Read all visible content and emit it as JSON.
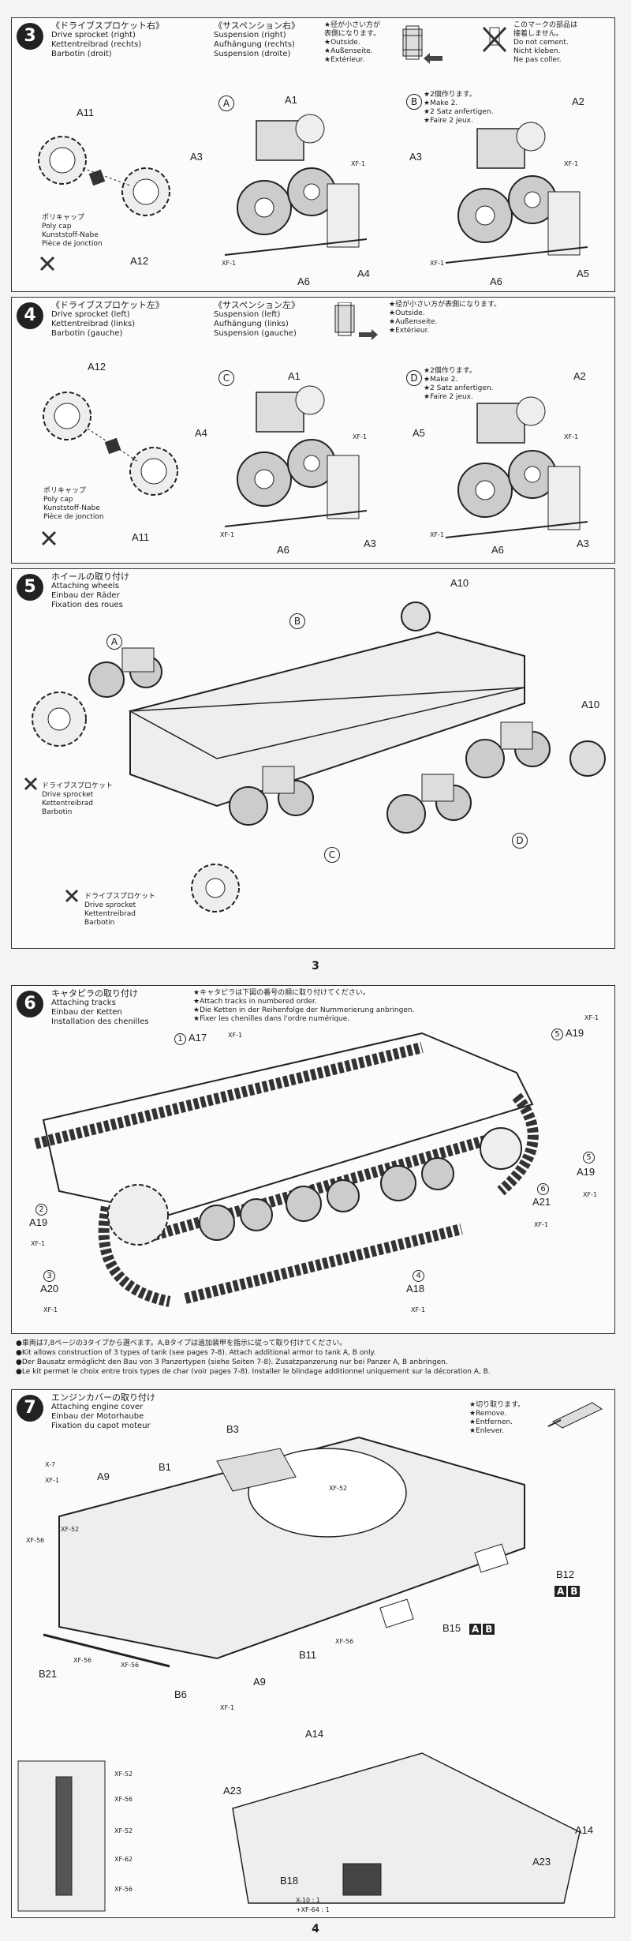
{
  "step3": {
    "number": "3",
    "heading_left": {
      "jp": "《ドライブスプロケット右》",
      "en": "Drive sprocket (right)",
      "de": "Kettentreibrad (rechts)",
      "fr": "Barbotin (droit)"
    },
    "heading_mid": {
      "jp": "《サスペンション右》",
      "en": "Suspension (right)",
      "de": "Aufhängung (rechts)",
      "fr": "Suspension (droite)"
    },
    "note_right": [
      "★径が小さい方が",
      "表側になります。",
      "★Outside.",
      "★Außenseite.",
      "★Extérieur."
    ],
    "no_cement": [
      "このマークの部品は",
      "接着しません。",
      "Do not cement.",
      "Nicht kleben.",
      "Ne pas coller."
    ],
    "make2": [
      "★2個作ります。",
      "★Make 2.",
      "★2 Satz anfertigen.",
      "★Faire 2 jeux."
    ],
    "polycap": [
      "ポリキャップ",
      "Poly cap",
      "Kunststoff-Nabe",
      "Pièce de jonction"
    ],
    "labels": {
      "A11": "A11",
      "A12": "A12",
      "A": "A",
      "A1": "A1",
      "A3": "A3",
      "XF1": "XF-1",
      "XF1b": "XF-1",
      "A6": "A6",
      "A4": "A4",
      "B": "B",
      "A2": "A2",
      "A3b": "A3",
      "XF1c": "XF-1",
      "XF1d": "XF-1",
      "A6b": "A6",
      "A5": "A5"
    }
  },
  "step4": {
    "number": "4",
    "heading_left": {
      "jp": "《ドライブスプロケット左》",
      "en": "Drive sprocket (left)",
      "de": "Kettentreibrad (links)",
      "fr": "Barbotin (gauche)"
    },
    "heading_mid": {
      "jp": "《サスペンション左》",
      "en": "Suspension (left)",
      "de": "Aufhängung (links)",
      "fr": "Suspension (gauche)"
    },
    "note_right": [
      "★径が小さい方が表側になります。",
      "★Outside.",
      "★Außenseite.",
      "★Extérieur."
    ],
    "make2": [
      "★2個作ります。",
      "★Make 2.",
      "★2 Satz anfertigen.",
      "★Faire 2 jeux."
    ],
    "polycap": [
      "ポリキャップ",
      "Poly cap",
      "Kunststoff-Nabe",
      "Pièce de jonction"
    ],
    "labels": {
      "A12": "A12",
      "A11": "A11",
      "C": "C",
      "A1": "A1",
      "A4": "A4",
      "XF1": "XF-1",
      "XF1b": "XF-1",
      "A6": "A6",
      "A3": "A3",
      "D": "D",
      "A2": "A2",
      "A5": "A5",
      "XF1c": "XF-1",
      "XF1d": "XF-1",
      "A6b": "A6",
      "A3b": "A3"
    }
  },
  "step5": {
    "number": "5",
    "heading": {
      "jp": "ホイールの取り付け",
      "en": "Attaching wheels",
      "de": "Einbau der Räder",
      "fr": "Fixation des roues"
    },
    "sprocket": [
      "ドライブスプロケット",
      "Drive sprocket",
      "Kettentreibrad",
      "Barbotin"
    ],
    "labels": {
      "A10": "A10",
      "A10b": "A10",
      "B": "B",
      "A": "A",
      "C": "C",
      "D": "D"
    }
  },
  "page3": "3",
  "step6": {
    "number": "6",
    "heading": {
      "jp": "キャタピラの取り付け",
      "en": "Attaching tracks",
      "de": "Einbau der Ketten",
      "fr": "Installation des chenilles"
    },
    "note": [
      "★キャタピラは下図の番号の順に取り付けてください。",
      "★Attach tracks in numbered order.",
      "★Die Ketten in der Reihenfolge der Nummerierung anbringen.",
      "★Fixer les chenilles dans l'ordre numérique."
    ],
    "labels": {
      "n1": "1",
      "A17": "A17",
      "XF1a": "XF-1",
      "n5a": "5",
      "A19a": "A19",
      "XF1b": "XF-1",
      "n5b": "5",
      "A19b": "A19",
      "XF1c": "XF-1",
      "n6": "6",
      "A21": "A21",
      "XF1d": "XF-1",
      "n2": "2",
      "A19c": "A19",
      "XF1e": "XF-1",
      "n3": "3",
      "A20": "A20",
      "XF1f": "XF-1",
      "n4": "4",
      "A18": "A18",
      "XF1g": "XF-1"
    }
  },
  "kit_note": [
    "●車両は7,8ページの3タイプから選べます。A,Bタイプは追加装甲を指示に従って取り付けてください。",
    "●Kit allows construction of 3 types of tank (see pages 7-8). Attach additional armor to tank A, B only.",
    "●Der Bausatz ermöglicht den Bau von 3 Panzertypen (siehe Seiten 7-8). Zusatzpanzerung nur bei Panzer A, B anbringen.",
    "●Le kit permet le choix entre trois types de char (voir pages 7-8). Installer le blindage additionnel uniquement sur la décoration A, B."
  ],
  "step7": {
    "number": "7",
    "heading": {
      "jp": "エンジンカバーの取り付け",
      "en": "Attaching engine cover",
      "de": "Einbau der Motorhaube",
      "fr": "Fixation du capot moteur"
    },
    "remove": [
      "★切り取ります。",
      "★Remove.",
      "★Entfernen.",
      "★Enlever."
    ],
    "labels": {
      "B3": "B3",
      "X7": "X-7",
      "XF1a": "XF-1",
      "A9a": "A9",
      "B1": "B1",
      "XF52a": "XF-52",
      "XF56a": "XF-56",
      "XF52b": "XF-52",
      "B12": "B12",
      "A": "A",
      "B": "B",
      "B15": "B15",
      "B11": "B11",
      "XF56b": "XF-56",
      "B21": "B21",
      "XF56c": "XF-56",
      "XF56d": "XF-56",
      "B6": "B6",
      "A9b": "A9",
      "XF1b": "XF-1",
      "A14a": "A14",
      "A23a": "A23",
      "A14b": "A14",
      "A23b": "A23",
      "B18": "B18",
      "X10": "X-10 : 1",
      "XF64": "+XF-64 : 1",
      "XF52c": "XF-52",
      "XF56e": "XF-56",
      "XF52d": "XF-52",
      "XF62": "XF-62",
      "XF56f": "XF-56"
    }
  },
  "page4": "4"
}
